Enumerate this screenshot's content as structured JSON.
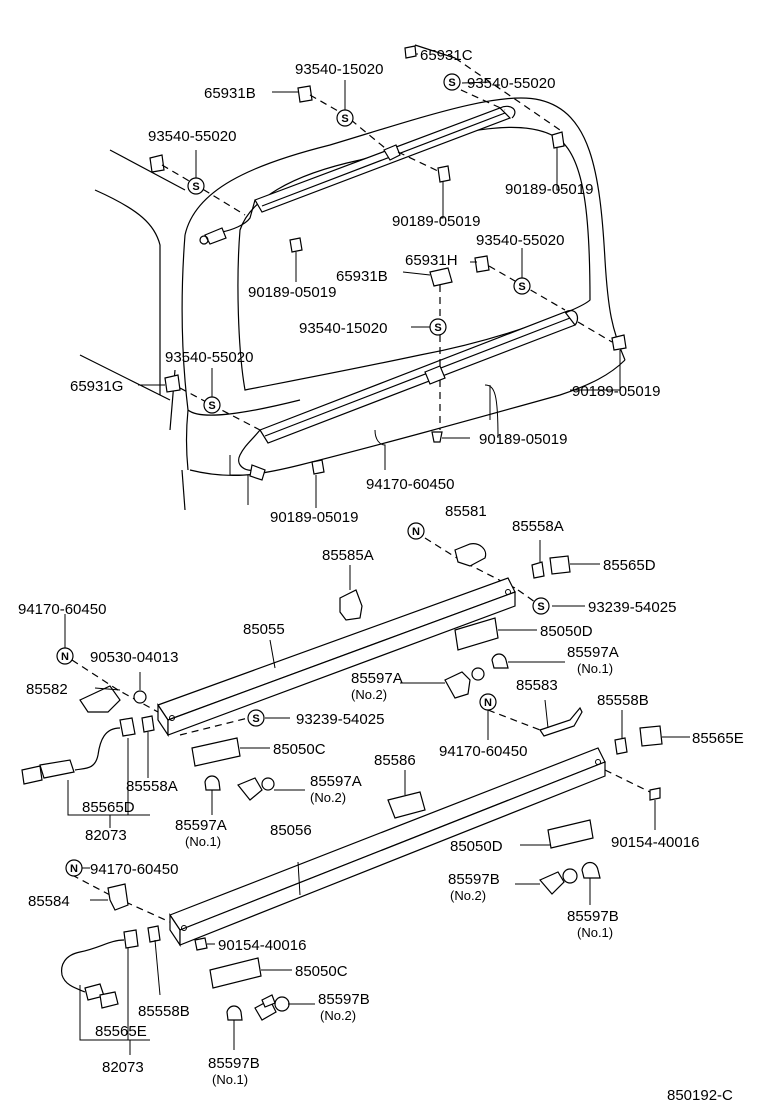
{
  "diagram_id": "850192-C",
  "symbols": {
    "S": "S",
    "N": "N"
  },
  "labels": {
    "l65931C": "65931C",
    "l93540_15020_top": "93540-15020",
    "l93540_55020_topright": "93540-55020",
    "l65931B_top": "65931B",
    "l93540_55020_left": "93540-55020",
    "l90189_05019_right1": "90189-05019",
    "l90189_05019_mid1": "90189-05019",
    "l93540_55020_mid": "93540-55020",
    "l65931H": "65931H",
    "l65931B_mid": "65931B",
    "l90189_05019_mid2": "90189-05019",
    "l93540_15020_mid": "93540-15020",
    "l93540_55020_lower": "93540-55020",
    "l65931G": "65931G",
    "l90189_05019_right2": "90189-05019",
    "l90189_05019_center": "90189-05019",
    "l94170_60450_top": "94170-60450",
    "l90189_05019_bottom": "90189-05019",
    "l85581": "85581",
    "l85558A_top": "85558A",
    "l85565D_top": "85565D",
    "l85585A": "85585A",
    "l93239_54025_right": "93239-54025",
    "l94170_60450_left": "94170-60450",
    "l85055": "85055",
    "l85050D_top": "85050D",
    "l90530_04013": "90530-04013",
    "l85597A_no1_right": "85597A",
    "no1_a": "(No.1)",
    "l85597A_no2_mid": "85597A",
    "no2_a": "(No.2)",
    "l85583": "85583",
    "l85558B_right": "85558B",
    "l85582": "85582",
    "l93239_54025_mid": "93239-54025",
    "l85565E_right": "85565E",
    "l94170_60450_mid": "94170-60450",
    "l85050C_top": "85050C",
    "l85586": "85586",
    "l85558A_left": "85558A",
    "l85597A_no2_lower": "85597A",
    "no2_b": "(No.2)",
    "l85565D_left": "85565D",
    "l85597A_no1_left": "85597A",
    "no1_b": "(No.1)",
    "l90154_40016_right": "90154-40016",
    "l82073_top": "82073",
    "l85056": "85056",
    "l85050D_bottom": "85050D",
    "l94170_60450_bottom": "94170-60450",
    "l85597B_no2_right": "85597B",
    "no2_c": "(No.2)",
    "l85584": "85584",
    "l85597B_no1_right": "85597B",
    "no1_c": "(No.1)",
    "l90154_40016_bottom": "90154-40016",
    "l85050C_bottom": "85050C",
    "l85558B_left": "85558B",
    "l85597B_no2_bottom": "85597B",
    "no2_d": "(No.2)",
    "l85565E_left": "85565E",
    "l85597B_no1_bottom": "85597B",
    "no1_d": "(No.1)",
    "l82073_bottom": "82073"
  }
}
